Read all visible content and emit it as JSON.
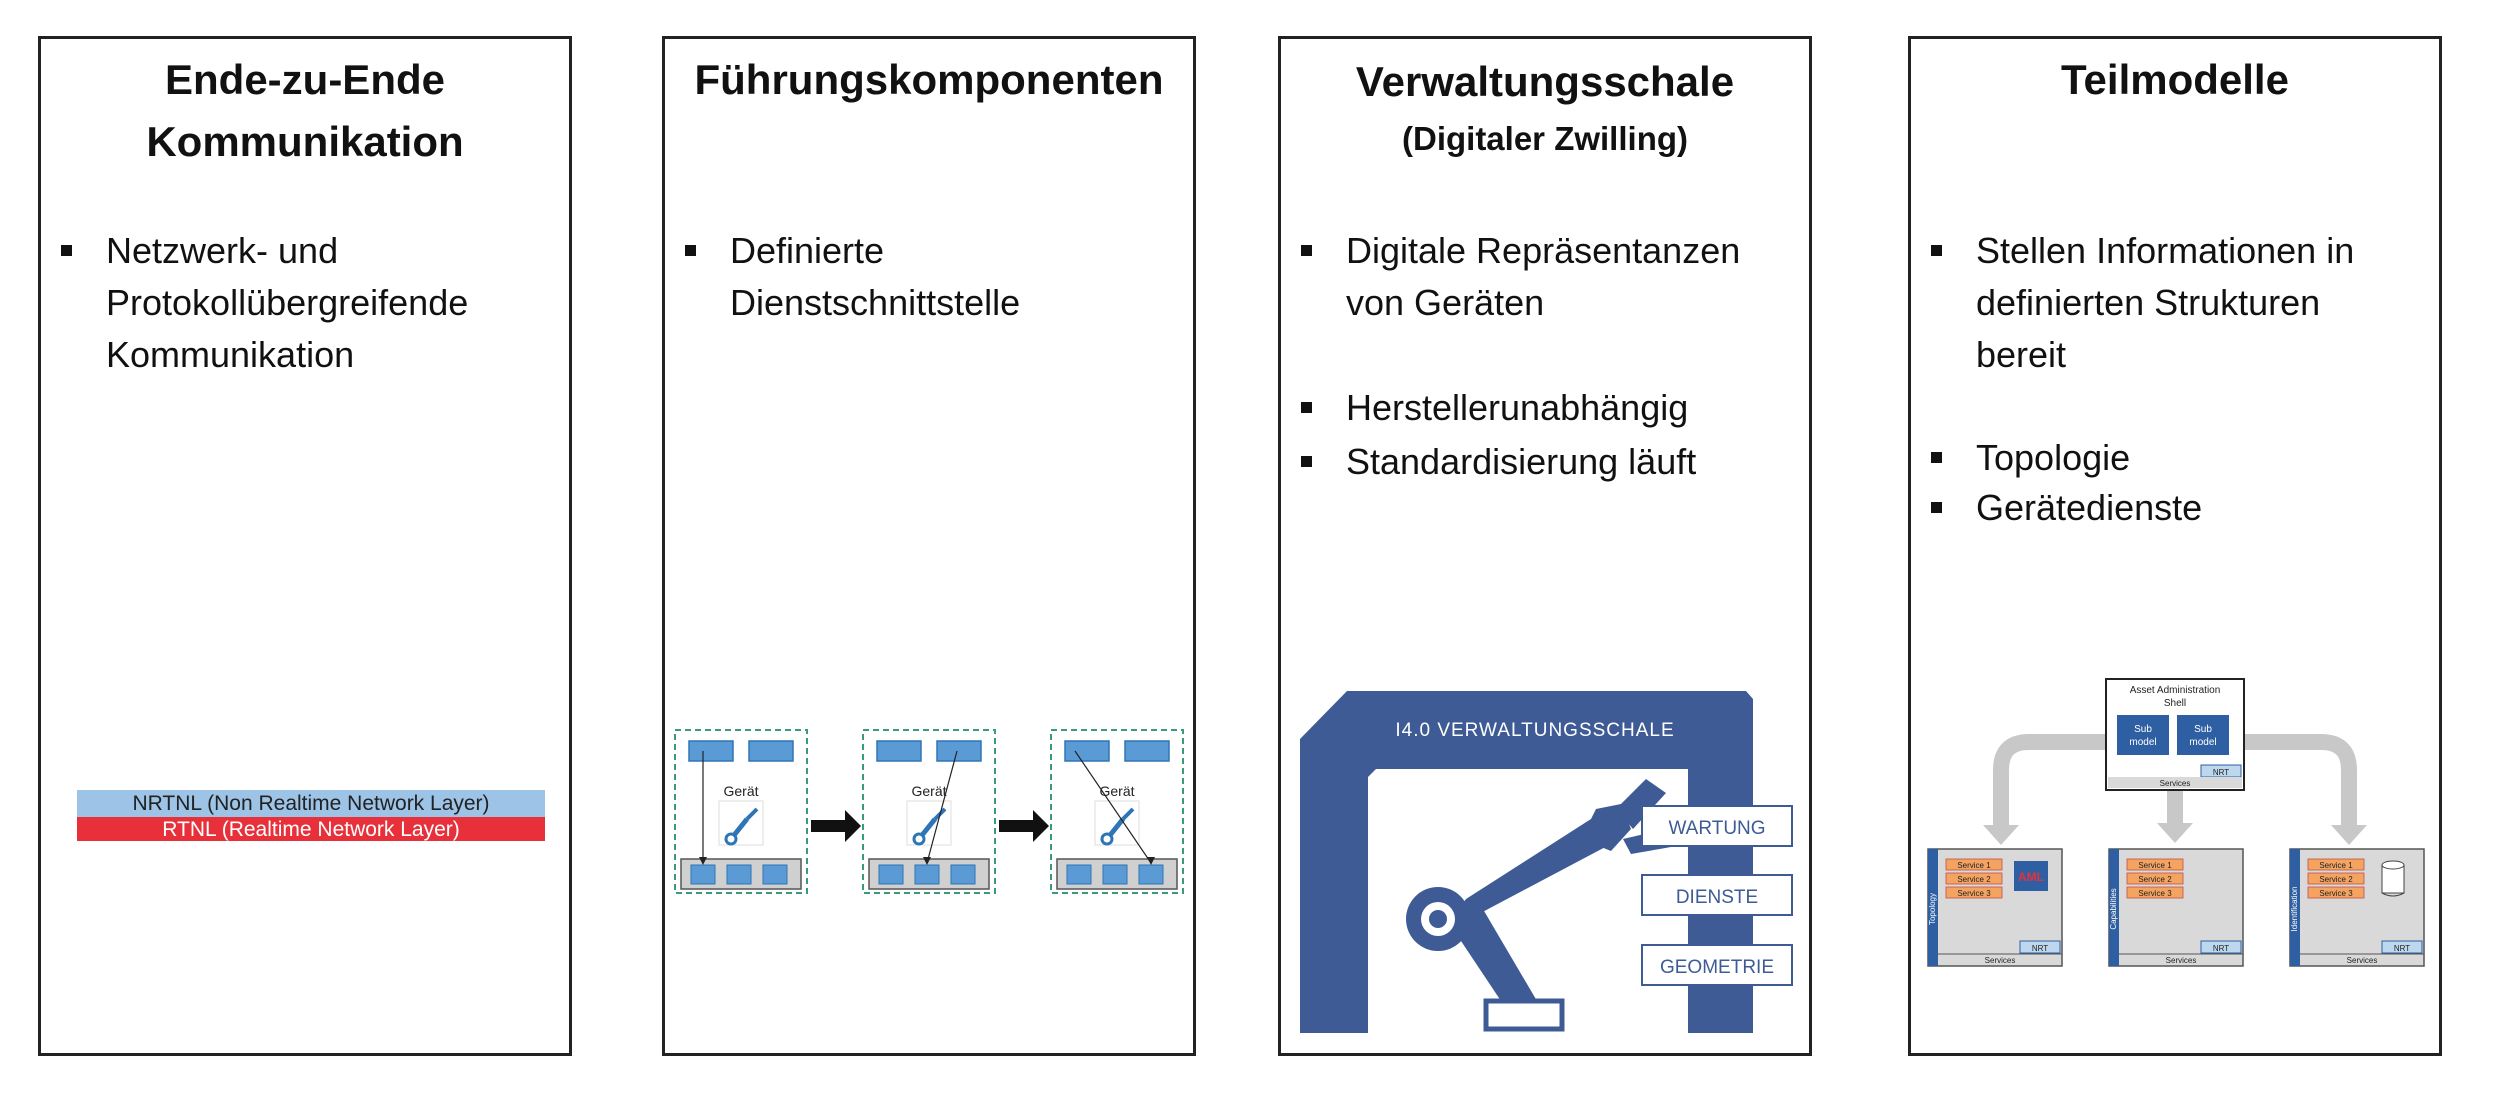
{
  "panels": [
    {
      "title_lines": [
        "Ende-zu-Ende",
        "Kommunikation"
      ],
      "bullets": [
        [
          "Netzwerk- und",
          "Protokollübergreifende",
          "Kommunikation"
        ]
      ],
      "diagram": {
        "nrtnl_label": "NRTNL (Non Realtime Network Layer)",
        "rtnl_label": "RTNL (Realtime Network Layer)",
        "colors": {
          "nrtnl": "#9dc3e6",
          "rtnl": "#e8303a"
        }
      }
    },
    {
      "title_lines": [
        "Führungskomponenten"
      ],
      "bullets": [
        [
          "Definierte",
          "Dienstschnittstelle"
        ]
      ],
      "diagram": {
        "device_label": "Gerät",
        "steps": 3,
        "colors": {
          "box": "#5b9bd5",
          "box_border": "#2e75b6",
          "frame": "#3a9a7a"
        }
      }
    },
    {
      "title_lines": [
        "Verwaltungsschale"
      ],
      "subtitle": "(Digitaler Zwilling)",
      "bullets": [
        [
          "Digitale Repräsentanzen",
          "von Geräten"
        ],
        [
          "Herstellerunabhängig"
        ],
        [
          "Standardisierung läuft"
        ]
      ],
      "diagram": {
        "header": "I4.0 VERWALTUNGSSCHALE",
        "tags": [
          "WARTUNG",
          "DIENSTE",
          "GEOMETRIE"
        ],
        "colors": {
          "shell": "#3e5b95",
          "tag_text": "#3e5b95"
        }
      }
    },
    {
      "title_lines": [
        "Teilmodelle"
      ],
      "bullets": [
        [
          "Stellen Informationen in",
          "definierten Strukturen",
          "bereit"
        ],
        [
          "Topologie"
        ],
        [
          "Gerätedienste"
        ]
      ],
      "diagram": {
        "aas_title": [
          "Asset Administration",
          "Shell"
        ],
        "submodel_label": [
          "Sub",
          "model"
        ],
        "nrt_label": "NRT",
        "services_label": "Services",
        "service_items": [
          "Service 1",
          "Service 2",
          "Service 3"
        ],
        "aml_label": "AML",
        "side_labels": [
          "Topology",
          "Capabilities",
          "Identification"
        ],
        "colors": {
          "orange": "#f4a460",
          "blue": "#2e5fa3",
          "grey": "#d9d9d9",
          "arrow": "#c8c8c8"
        }
      }
    }
  ]
}
